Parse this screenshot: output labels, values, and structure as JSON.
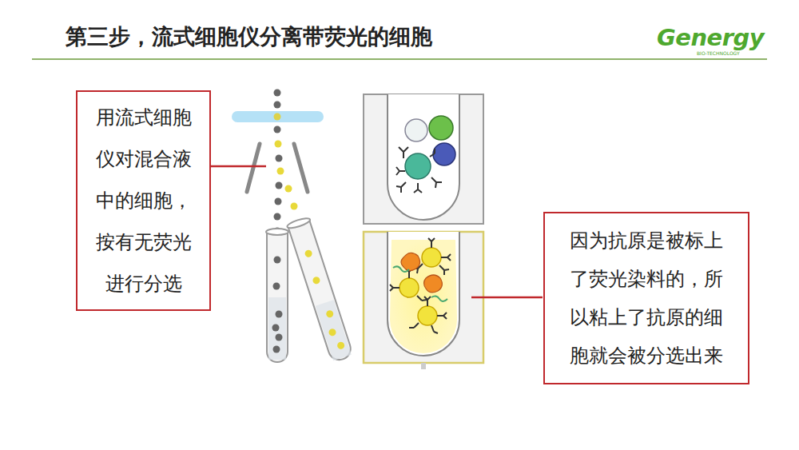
{
  "diagram": {
    "title": "第三步，流式细胞仪分离带荧光的细胞",
    "nodes": [
      {
        "text": [
          "用流式细胞仪对混合液中的细胞，按有无荧光进行分选"
        ]
      },
      {
        "text": [
          "因为抗原是被标上了荧光染料的，所以粘上了抗原的细胞就会被分选出来"
        ]
      }
    ],
    "labels": [
      "Genergy",
      "BIO-TECHNOLOGY"
    ]
  }
}
